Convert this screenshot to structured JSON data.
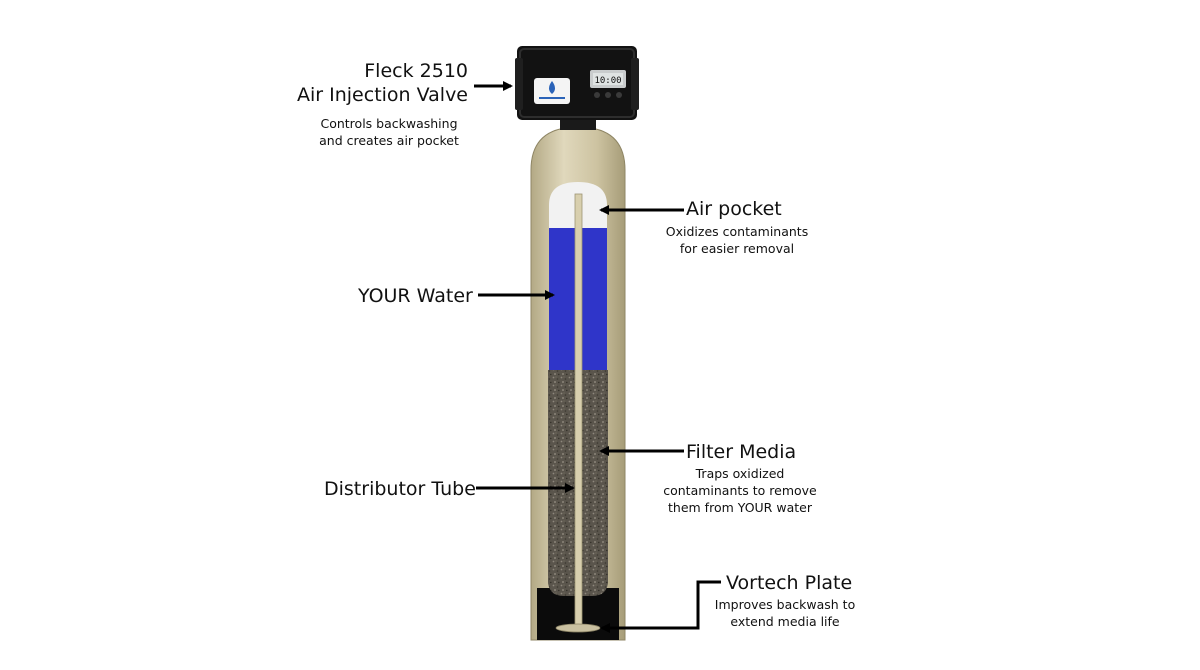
{
  "valve": {
    "title_line1": "Fleck 2510",
    "title_line2": "Air Injection Valve",
    "desc_line1": "Controls backwashing",
    "desc_line2": "and creates air pocket",
    "display_text": "10:00",
    "controller_color": "#121212"
  },
  "air_pocket": {
    "title": "Air pocket",
    "desc_line1": "Oxidizes contaminants",
    "desc_line2": "for easier removal",
    "color": "#f2f2f2"
  },
  "water": {
    "title": "YOUR Water",
    "color": "#2f35c9"
  },
  "filter_media": {
    "title": "Filter Media",
    "desc_line1": "Traps oxidized",
    "desc_line2": "contaminants to remove",
    "desc_line3": "them from YOUR water",
    "color": "#5a554c"
  },
  "distributor_tube": {
    "title": "Distributor Tube"
  },
  "vortech_plate": {
    "title": "Vortech Plate",
    "desc_line1": "Improves backwash to",
    "desc_line2": "extend media life"
  },
  "tank": {
    "color": "#cdc3a1",
    "base_color": "#0b0b0b"
  },
  "icons": [
    "logo-icon",
    "display-icon",
    "arrow-icon"
  ]
}
